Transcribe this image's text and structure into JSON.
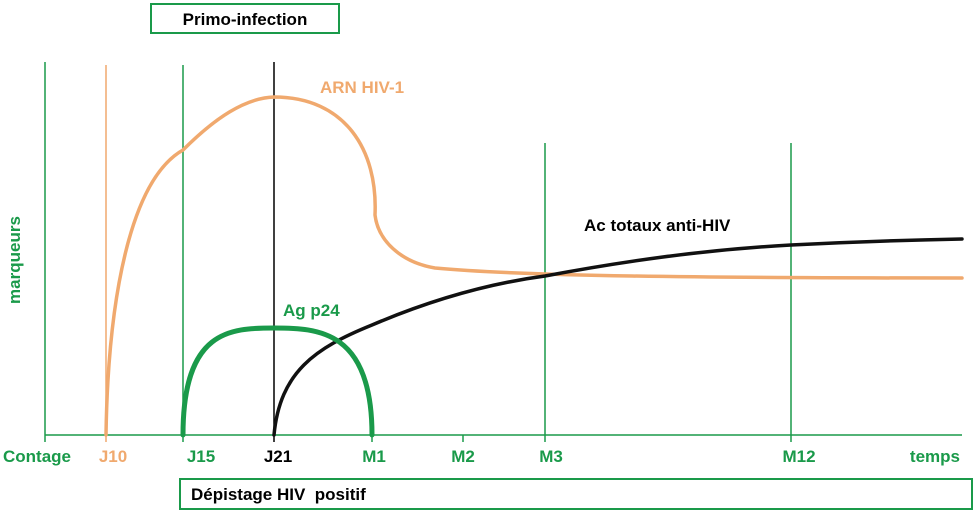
{
  "title_box": {
    "text": "Primo-infection"
  },
  "bottom_box": {
    "text": "Dépistage HIV  positif"
  },
  "y_axis_label": "marqueurs",
  "x_axis_end_label": "temps",
  "x_ticks": [
    {
      "id": "contage",
      "label": "Contage",
      "color": "#1a9a4a"
    },
    {
      "id": "j10",
      "label": "J10",
      "color": "#f0a96e"
    },
    {
      "id": "j15",
      "label": "J15",
      "color": "#1a9a4a"
    },
    {
      "id": "j21",
      "label": "J21",
      "color": "#000000"
    },
    {
      "id": "m1",
      "label": "M1",
      "color": "#1a9a4a"
    },
    {
      "id": "m2",
      "label": "M2",
      "color": "#1a9a4a"
    },
    {
      "id": "m3",
      "label": "M3",
      "color": "#1a9a4a"
    },
    {
      "id": "m12",
      "label": "M12",
      "color": "#1a9a4a"
    }
  ],
  "curves": {
    "arn": {
      "label": "ARN HIV-1",
      "color": "#f0a96e"
    },
    "ac": {
      "label": "Ac totaux anti-HIV",
      "color": "#111111"
    },
    "agp24": {
      "label": "Ag p24",
      "color": "#1a9a4a"
    }
  },
  "colors": {
    "green": "#1a9a4a",
    "orange": "#f0a96e",
    "black": "#111111"
  }
}
